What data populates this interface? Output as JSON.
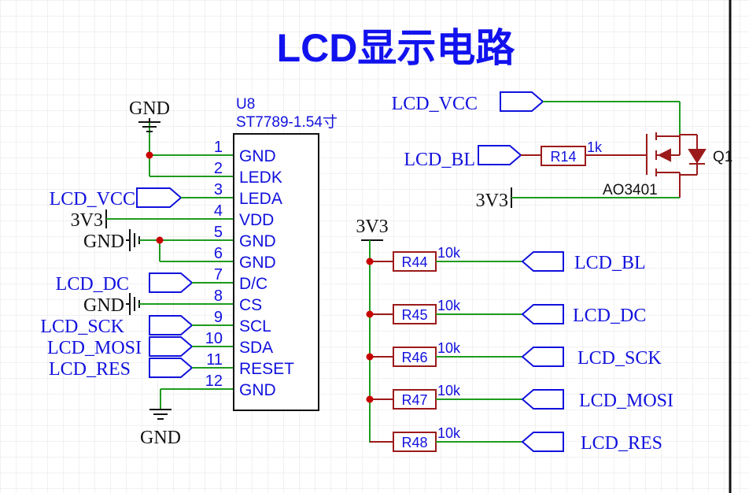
{
  "title": "LCD显示电路",
  "colors": {
    "wire": "#1f9c1f",
    "netlabel": "#1111dd",
    "component": "#9c1a1a",
    "junction": "#c80000",
    "title": "#1212ee",
    "black": "#111111",
    "grid": "#e3e3e3"
  },
  "lcd": {
    "designator": "U8",
    "part": "ST7789-1.54寸",
    "pins": [
      {
        "num": "1",
        "name": "GND"
      },
      {
        "num": "2",
        "name": "LEDK"
      },
      {
        "num": "3",
        "name": "LEDA"
      },
      {
        "num": "4",
        "name": "VDD"
      },
      {
        "num": "5",
        "name": "GND"
      },
      {
        "num": "6",
        "name": "GND"
      },
      {
        "num": "7",
        "name": "D/C"
      },
      {
        "num": "8",
        "name": "CS"
      },
      {
        "num": "9",
        "name": "SCL"
      },
      {
        "num": "10",
        "name": "SDA"
      },
      {
        "num": "11",
        "name": "RESET"
      },
      {
        "num": "12",
        "name": "GND"
      }
    ]
  },
  "left_labels": {
    "gnd_top": "GND",
    "gnd_bottom": "GND",
    "gnd_pin5": "GND",
    "gnd_pin8": "GND",
    "vcc": "LCD_VCC",
    "v3": "3V3",
    "dc": "LCD_DC",
    "sck": "LCD_SCK",
    "mosi": "LCD_MOSI",
    "res": "LCD_RES"
  },
  "backlight": {
    "vcc_label": "LCD_VCC",
    "bl_label": "LCD_BL",
    "resistor": "R14",
    "resistor_value": "1k",
    "transistor": "AO3401",
    "q_label": "Q1",
    "v3_label": "3V3"
  },
  "pullups": {
    "supply": "3V3",
    "rows": [
      {
        "ref": "R44",
        "value": "10k",
        "net": "LCD_BL"
      },
      {
        "ref": "R45",
        "value": "10k",
        "net": "LCD_DC"
      },
      {
        "ref": "R46",
        "value": "10k",
        "net": "LCD_SCK"
      },
      {
        "ref": "R47",
        "value": "10k",
        "net": "LCD_MOSI"
      },
      {
        "ref": "R48",
        "value": "10k",
        "net": "LCD_RES"
      }
    ]
  }
}
